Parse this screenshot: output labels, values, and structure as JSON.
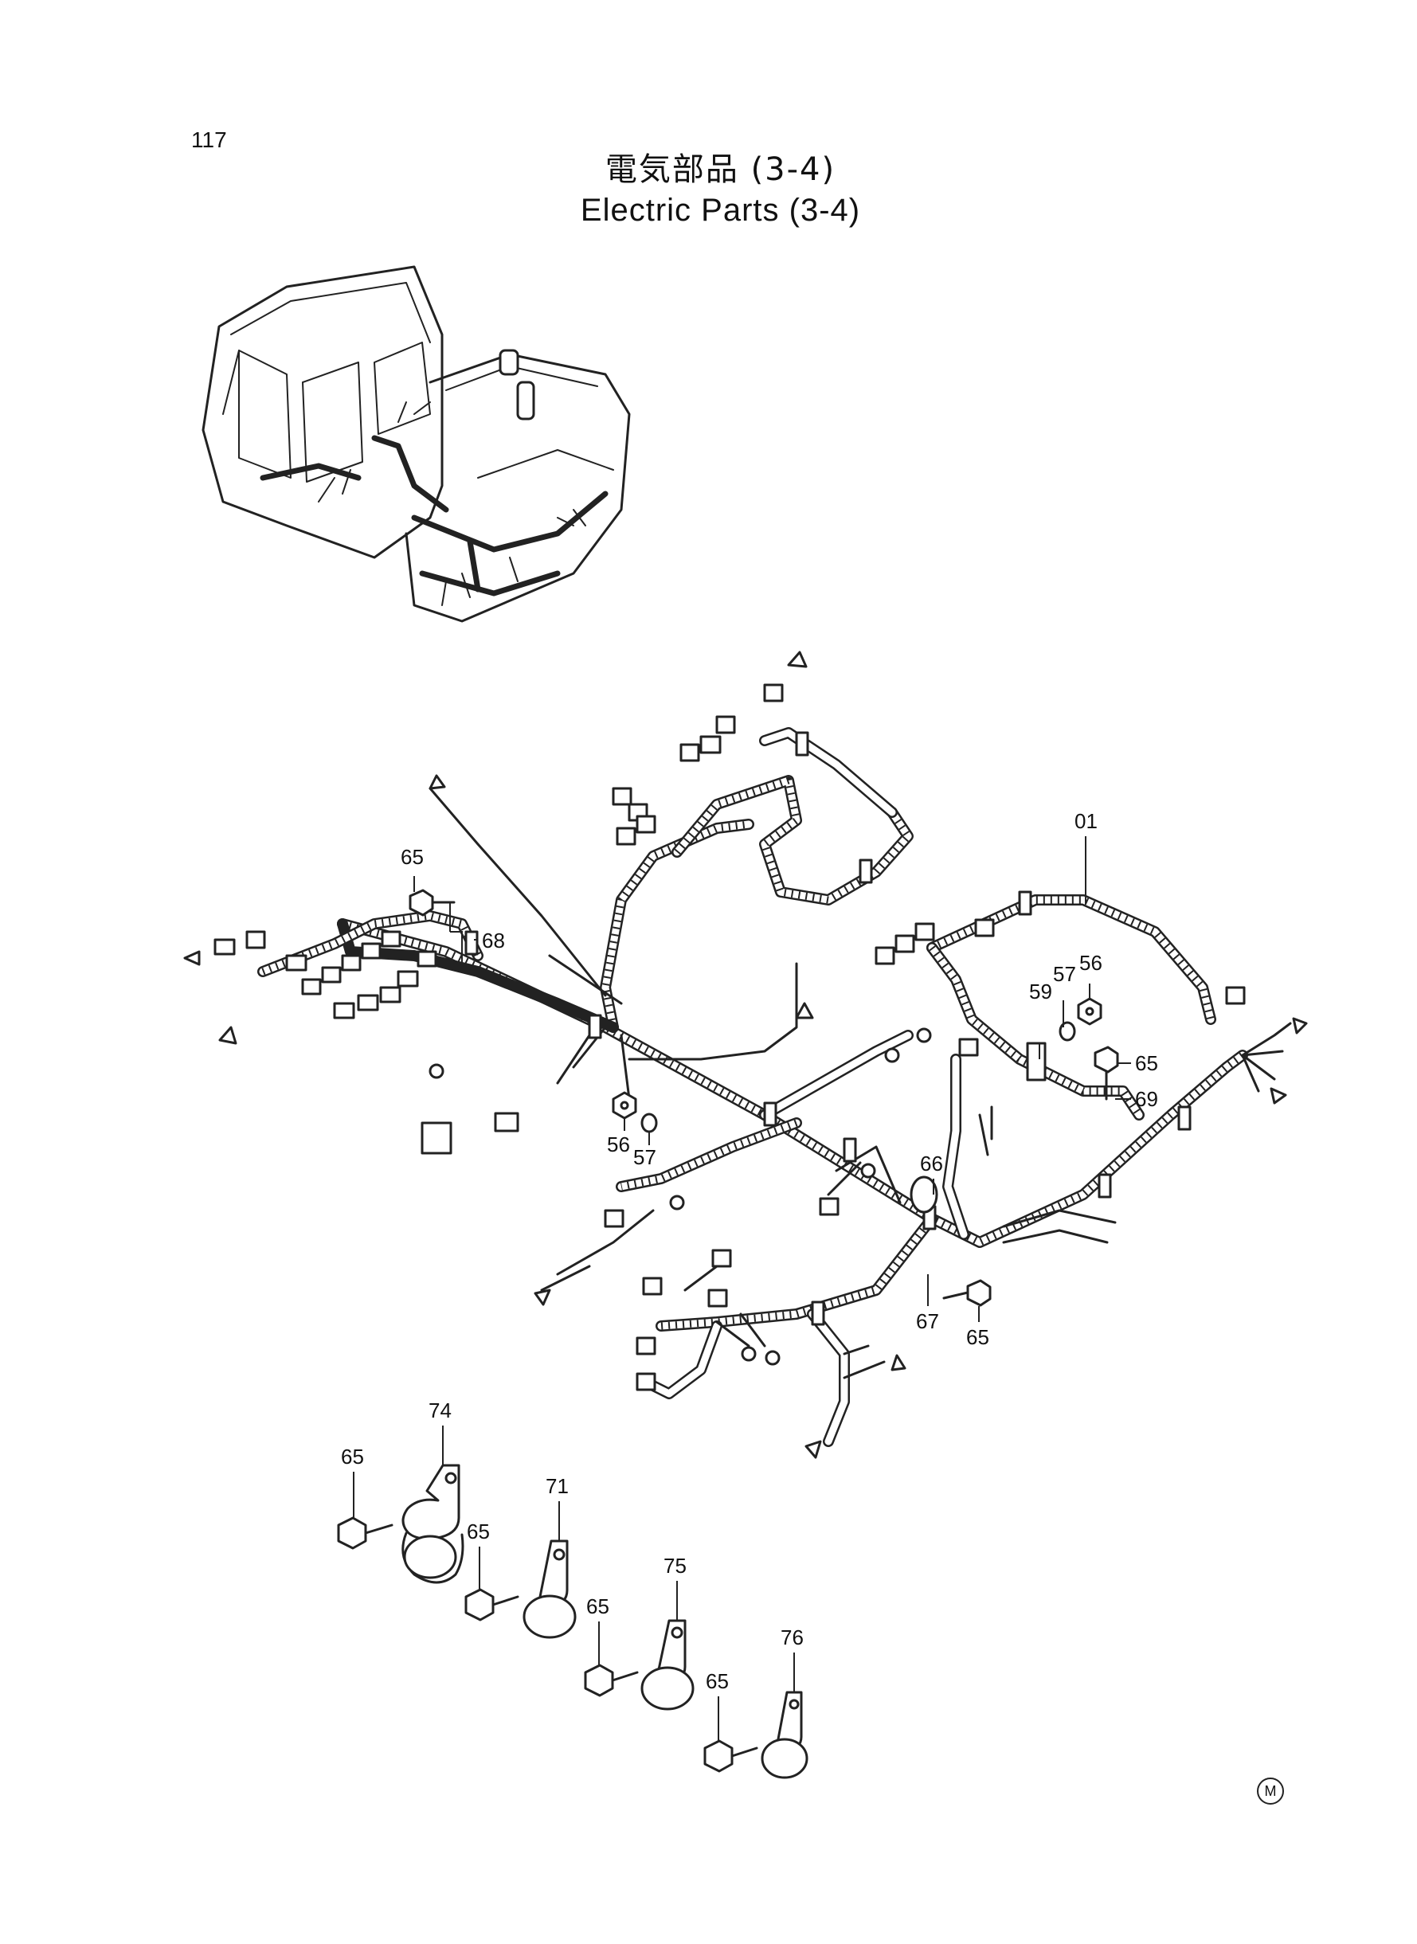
{
  "page": {
    "number": "117"
  },
  "title": {
    "japanese": "電気部品 (3-4)",
    "english": "Electric Parts (3-4)"
  },
  "callouts": {
    "c01": "01",
    "c65a": "65",
    "c68": "68",
    "c57a": "57",
    "c56a": "56",
    "c59": "59",
    "c65b": "65",
    "c69": "69",
    "c56b": "56",
    "c57b": "57",
    "c66": "66",
    "c67": "67",
    "c65c": "65",
    "c74": "74",
    "c65d": "65",
    "c71": "71",
    "c65e": "65",
    "c75": "75",
    "c65f": "65",
    "c76": "76",
    "c65g": "65"
  },
  "corner_mark": "M"
}
